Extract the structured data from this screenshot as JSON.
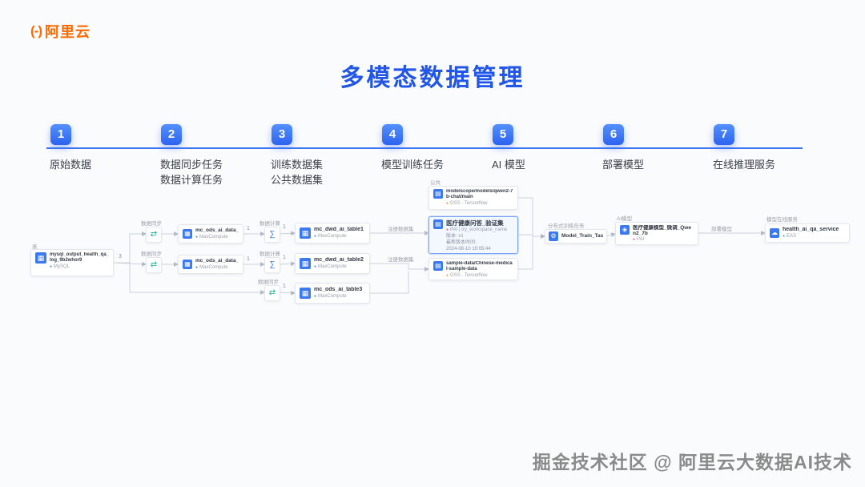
{
  "brand": {
    "mark": "(-)",
    "name": "阿里云"
  },
  "title": "多模态数据管理",
  "steps": [
    {
      "num": "1",
      "line1": "原始数据",
      "line2": ""
    },
    {
      "num": "2",
      "line1": "数据同步任务",
      "line2": "数据计算任务"
    },
    {
      "num": "3",
      "line1": "训练数据集",
      "line2": "公共数据集"
    },
    {
      "num": "4",
      "line1": "模型训练任务",
      "line2": ""
    },
    {
      "num": "5",
      "line1": "AI 模型",
      "line2": ""
    },
    {
      "num": "6",
      "line1": "部署模型",
      "line2": ""
    },
    {
      "num": "7",
      "line1": "在线推理服务",
      "line2": ""
    }
  ],
  "icons": {
    "table": "▦",
    "dataset": "▤",
    "sync": "⇄",
    "compute": "∑",
    "train": "⚙",
    "model": "◈",
    "service": "☁",
    "dot": "●"
  },
  "flow": {
    "source": {
      "tag": "表",
      "title": "mysql_output_health_qa_log_9b2whor9",
      "subtitle": "MySQL",
      "out_count": "3"
    },
    "sync1_label": "数据同步",
    "sync2_label": "数据同步",
    "sync3_label": "数据同步",
    "calc1_label": "数据计算",
    "calc2_label": "数据计算",
    "ods1": {
      "title": "mc_ods_ai_data_df",
      "subtitle": "MaxCompute",
      "out_count": "1"
    },
    "ods2": {
      "title": "mc_ods_ai_data_df",
      "subtitle": "MaxCompute",
      "out_count": "1"
    },
    "dwd1": {
      "title": "mc_dwd_ai_table1",
      "subtitle": "MaxCompute",
      "in_count": "1"
    },
    "dwd2": {
      "title": "mc_dwd_ai_table2",
      "subtitle": "MaxCompute",
      "in_count": "1"
    },
    "dwd3": {
      "title": "mc_ods_ai_table3",
      "subtitle": "MaxCompute",
      "in_count": "1"
    },
    "register1_label": "注册数据集",
    "register2_label": "注册数据集",
    "ds_top": {
      "tag": "公共",
      "title": "modelscope/models/qwen2-7b-chat/main",
      "meta": "OSS · Tensorflow"
    },
    "ds_main": {
      "title": "医疗健康问答_验证集",
      "meta": "PAI | try_workspace_name",
      "version_text": "版本: v1",
      "time_label": "最新版本时间:",
      "time_value": "2024-08-10 10:05:44"
    },
    "ds_bottom": {
      "title": "sample-data/Chinese-medical-sample-data",
      "meta": "OSS · Tensorflow"
    },
    "train_label": "分布式训练任务",
    "train": {
      "title": "Model_Train_Task"
    },
    "model_label": "AI模型",
    "model": {
      "title": "医疗健康模型_微调_Qwen2_7b",
      "meta": "PAI"
    },
    "deploy_label": "部署模型",
    "service_label": "模型在线服务",
    "service": {
      "title": "health_ai_qa_service",
      "meta": "EAS"
    }
  },
  "watermark": "掘金技术社区 @ 阿里云大数据AI技术"
}
